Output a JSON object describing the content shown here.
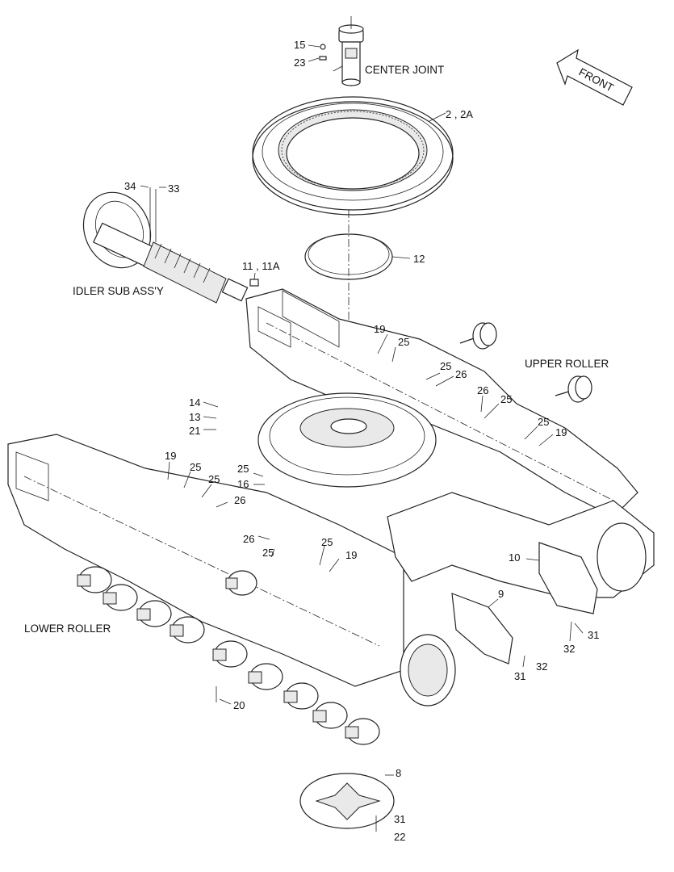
{
  "labels": {
    "center_joint": "CENTER JOINT",
    "front": "FRONT",
    "idler_sub_assy": "IDLER SUB ASS'Y",
    "upper_roller": "UPPER ROLLER",
    "lower_roller": "LOWER ROLLER"
  },
  "callouts": {
    "c15": "15",
    "c23": "23",
    "c2_2a": "2 , 2A",
    "c34": "34",
    "c33": "33",
    "c11_11a": "11 , 11A",
    "c12": "12",
    "c19a": "19",
    "c25a": "25",
    "c25b": "25",
    "c26a": "26",
    "c26b": "26",
    "c25c": "25",
    "c25d": "25",
    "c19b": "19",
    "c14": "14",
    "c13": "13",
    "c21": "21",
    "c19c": "19",
    "c25e": "25",
    "c25f": "25",
    "c25g": "25",
    "c26c": "26",
    "c16": "16",
    "c26d": "26",
    "c25h": "25",
    "c25i": "25",
    "c19d": "19",
    "c10": "10",
    "c9": "9",
    "c31a": "31",
    "c32a": "32",
    "c31b": "31",
    "c32b": "32",
    "c20": "20",
    "c8": "8",
    "c31c": "31",
    "c22": "22"
  }
}
